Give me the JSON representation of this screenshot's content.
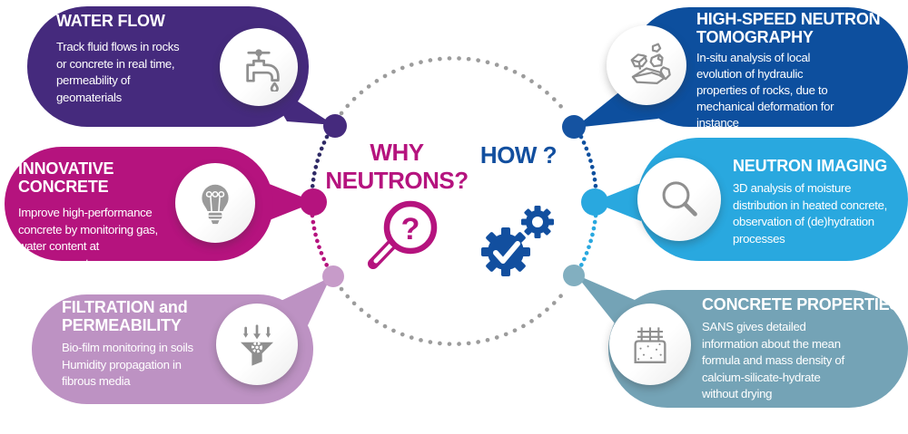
{
  "center": {
    "why_label": "WHY\nNEUTRONS?",
    "how_label": "HOW ?",
    "magnifier_question": "?"
  },
  "colors": {
    "background": "#ffffff",
    "arc_gray": "#9c9c9c",
    "arc_navy": "#2f2a66",
    "why_text": "#b5137e",
    "how_text": "#124f9f",
    "icon_stroke": "#8f8f8f",
    "bubble_text": "#ffffff"
  },
  "bubbles": [
    {
      "id": "water-flow",
      "title": "WATER FLOW",
      "text": "Track fluid flows in rocks\nor concrete in real time,\npermeability of\ngeomaterials",
      "color": "#452a7d",
      "dot_color": "#452a7d",
      "icon": "faucet-icon"
    },
    {
      "id": "innovative-concrete",
      "title": "INNOVATIVE CONCRETE",
      "text": "Improve high-performance\nconcrete by monitoring gas,\nwater content at\nhigh-temperature",
      "color": "#b5137e",
      "dot_color": "#b5137e",
      "icon": "lightbulb-icon"
    },
    {
      "id": "filtration-permeability",
      "title": "FILTRATION and\nPERMEABILITY",
      "text": "Bio-film monitoring in soils\nHumidity propagation in\nfibrous media",
      "color": "#bd92c3",
      "dot_color": "#c79bc9",
      "icon": "funnel-filter-icon"
    },
    {
      "id": "high-speed-neutron-tomography",
      "title": "HIGH-SPEED NEUTRON\nTOMOGRAPHY",
      "text": "In-situ analysis of local\nevolution of hydraulic\nproperties of rocks, due to\nmechanical deformation for\ninstance",
      "color": "#0d4f9e",
      "dot_color": "#1553a1",
      "icon": "rock-fragments-icon"
    },
    {
      "id": "neutron-imaging",
      "title": "NEUTRON IMAGING",
      "text": "3D analysis of moisture\ndistribution in heated concrete,\nobservation of (de)hydration\nprocesses",
      "color": "#29a8df",
      "dot_color": "#29a8df",
      "icon": "magnifying-glass-icon"
    },
    {
      "id": "concrete-properties",
      "title": "CONCRETE PROPERTIES",
      "text": "SANS gives detailed\ninformation about the mean\nformula and mass density of\ncalcium-silicate-hydrate\nwithout drying",
      "color": "#74a3b6",
      "dot_color": "#82afc0",
      "icon": "concrete-block-icon"
    }
  ]
}
